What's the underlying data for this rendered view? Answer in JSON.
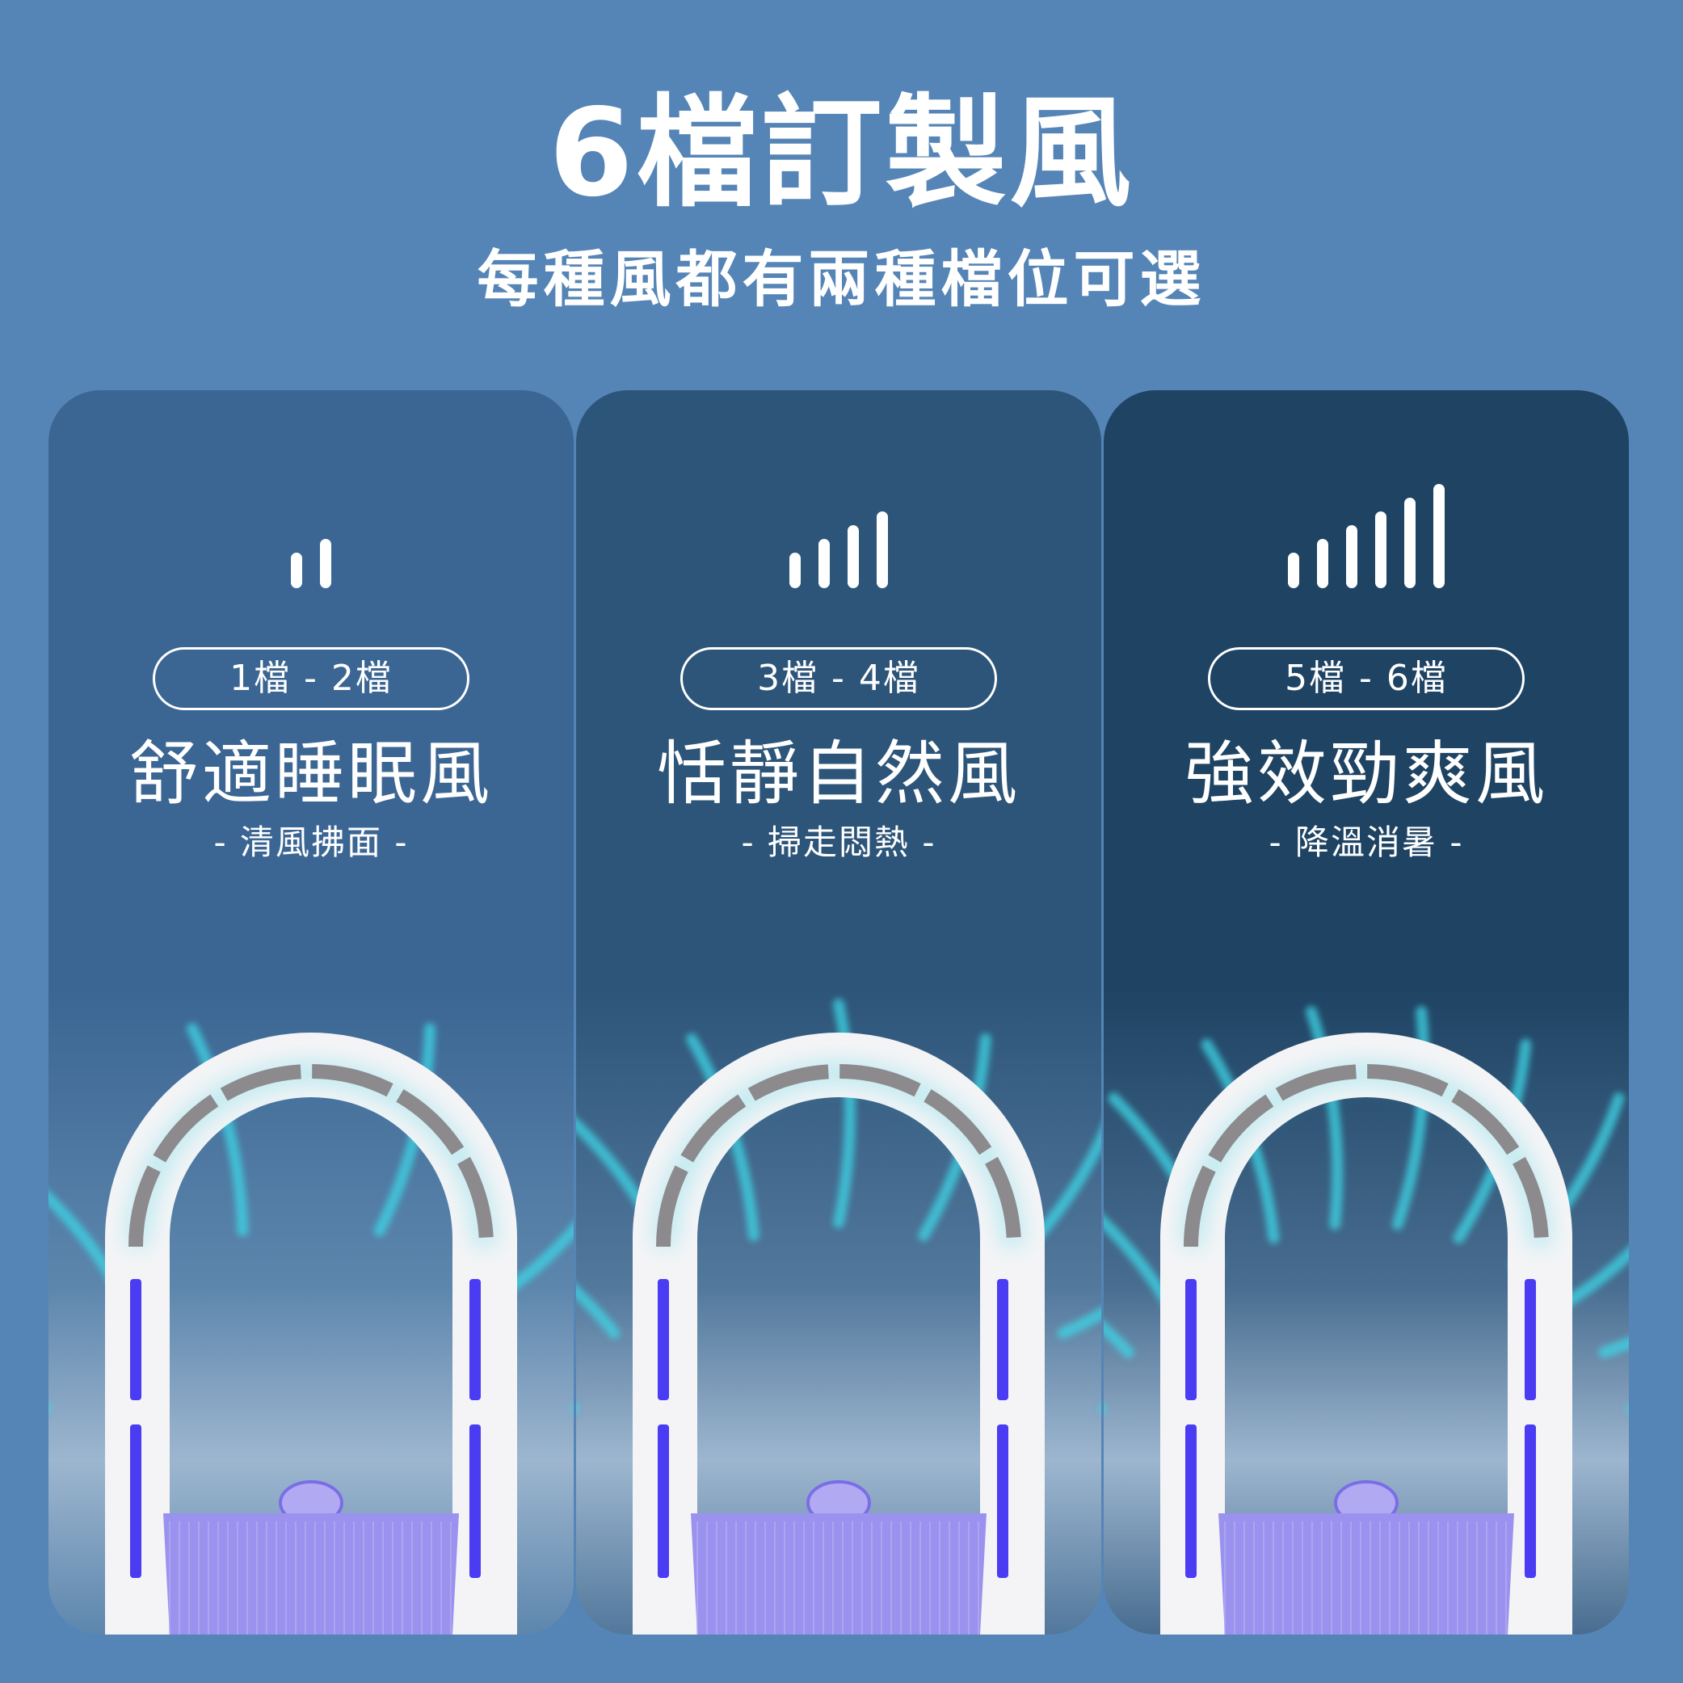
{
  "header": {
    "title": "6檔訂製風",
    "subtitle": "每種風都有兩種檔位可選"
  },
  "colors": {
    "background": "#5585b6",
    "wind": "#3fd6e6",
    "fan_body": "#f4f4f6",
    "fan_light": "#4a3cf2",
    "fan_base": "#9a92ee"
  },
  "panels": [
    {
      "level": "1檔 - 2檔",
      "mode": "舒適睡眠風",
      "desc": "- 清風拂面 -",
      "signal_bars": 2,
      "bg_top": "#3b6693",
      "bg_mid": "#5d86ad"
    },
    {
      "level": "3檔 - 4檔",
      "mode": "恬靜自然風",
      "desc": "- 掃走悶熱 -",
      "signal_bars": 4,
      "bg_top": "#2d5579",
      "bg_mid": "#52789c"
    },
    {
      "level": "5檔 - 6檔",
      "mode": "強效勁爽風",
      "desc": "- 降溫消暑 -",
      "signal_bars": 6,
      "bg_top": "#1e4363",
      "bg_mid": "#486d90"
    }
  ]
}
